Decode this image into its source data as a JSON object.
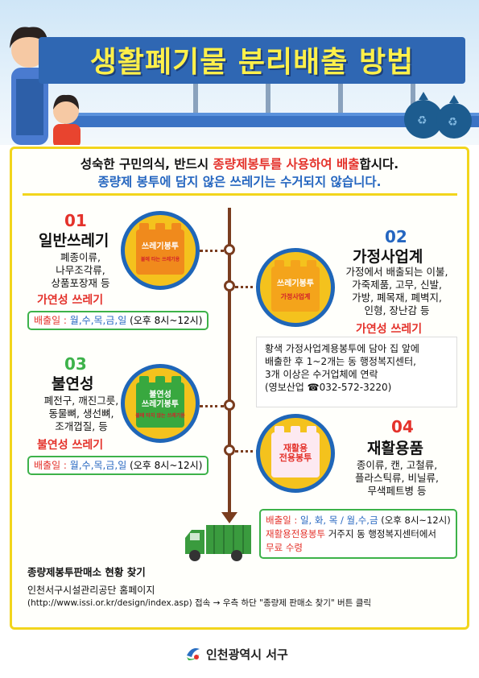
{
  "header": {
    "title": "생활폐기물 분리배출 방법"
  },
  "notice": {
    "line1_prefix": "성숙한 구민의식, 반드시 ",
    "line1_emphasis": "종량제봉투를 사용하여 배출",
    "line1_suffix": "합시다.",
    "line2": "종량제 봉투에 담지 않은 쓰레기는 수거되지 않습니다."
  },
  "sections": [
    {
      "number": "01",
      "title": "일반쓰레기",
      "desc_lines": [
        "폐종이류,",
        "나무조각류,",
        "상품포장재 등"
      ],
      "category": "가연성 쓰레기",
      "schedule_label": "배출일 : ",
      "schedule_days": "월,수,목,금,일",
      "schedule_time": " (오후 8시~12시)",
      "bag_label": "쓰레기봉투",
      "bag_sub": "불에 타는 쓰레기용"
    },
    {
      "number": "02",
      "title": "가정사업계",
      "desc_lines": [
        "가정에서 배출되는 이불,",
        "가죽제품, 고무, 신발,",
        "가방, 폐목재, 폐벽지,",
        "인형, 장난감 등"
      ],
      "category": "가연성 쓰레기",
      "bag_label": "쓰레기봉투",
      "bag_sub": "가정사업계"
    },
    {
      "number": "03",
      "title": "불연성",
      "desc_lines": [
        "폐전구, 깨진그릇,",
        "동물뼈, 생선뼈,",
        "조개껍질, 등"
      ],
      "category": "불연성 쓰레기",
      "schedule_label": "배출일 : ",
      "schedule_days": "월,수,목,금,일",
      "schedule_time": " (오후 8시~12시)",
      "bag_label": "불연성\n쓰레기봉투",
      "bag_sub": "불에 타지 않는 쓰레기용"
    },
    {
      "number": "04",
      "title": "재활용품",
      "desc_lines": [
        "종이류, 캔, 고철류,",
        "플라스틱류, 비닐류,",
        "무색페트병 등"
      ],
      "bag_label": "재활용\n전용봉투"
    }
  ],
  "contact": {
    "lines": [
      "황색 가정사업계용봉투에 담아 집 앞에",
      "배출한 후 1~2개는 동 행정복지센터,",
      "3개 이상은 수거업체에 연락",
      "(영보산업 ☎032-572-3220)"
    ]
  },
  "recycle_note": {
    "schedule_label": "배출일 : ",
    "schedule_days": "일, 화, 목 / 월,수,금",
    "schedule_time": " (오후 8시~12시)",
    "bag_name": "재활용전용봉투",
    "bag_text": " 거주지 동 행정복지센터에서",
    "free": "무료 수령"
  },
  "find": {
    "title": "종량제봉투판매소 현황 찾기",
    "line1": "인천서구시설관리공단 홈페이지",
    "line2": "(http://www.issi.or.kr/design/index.asp) 접속 → 우측 하단 \"종량제 판매소 찾기\" 버튼 클릭"
  },
  "footer": {
    "org": "인천광역시 서구"
  },
  "colors": {
    "title_yellow": "#fff04a",
    "accent_red": "#e4322b",
    "accent_blue": "#2566c0",
    "accent_green": "#3db24a",
    "frame_yellow": "#f2d51c",
    "axis_brown": "#7a3d1f"
  }
}
